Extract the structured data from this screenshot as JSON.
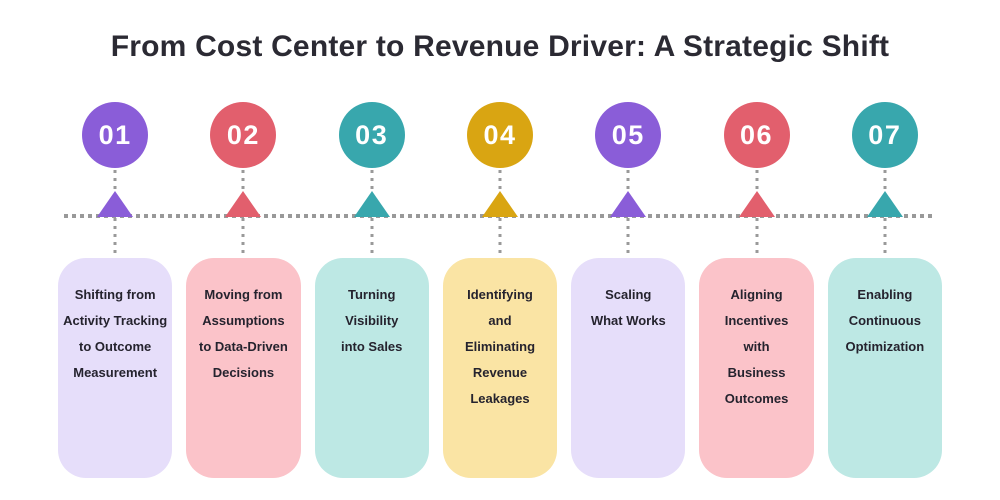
{
  "title": "From Cost Center to Revenue Driver: A Strategic Shift",
  "palette": {
    "background": "#FFFFFF",
    "title_text": "#2B2A33",
    "card_text": "#25232E",
    "number_text": "#FFFFFF",
    "dotted_line": "#999999"
  },
  "steps": [
    {
      "number": "01",
      "accent": "#8A5DD8",
      "card_bg": "#E6DEFA",
      "label": "Shifting from\nActivity Tracking\nto Outcome\nMeasurement"
    },
    {
      "number": "02",
      "accent": "#E25F6D",
      "card_bg": "#FBC3C9",
      "label": "Moving from\nAssumptions\nto Data-Driven\nDecisions"
    },
    {
      "number": "03",
      "accent": "#38A7AD",
      "card_bg": "#BDE8E4",
      "label": "Turning\nVisibility\ninto Sales"
    },
    {
      "number": "04",
      "accent": "#D9A512",
      "card_bg": "#FAE4A4",
      "label": "Identifying\nand\nEliminating\nRevenue\nLeakages"
    },
    {
      "number": "05",
      "accent": "#8A5DD8",
      "card_bg": "#E6DEFA",
      "label": "Scaling\nWhat Works"
    },
    {
      "number": "06",
      "accent": "#E25F6D",
      "card_bg": "#FBC3C9",
      "label": "Aligning\nIncentives\nwith\nBusiness\nOutcomes"
    },
    {
      "number": "07",
      "accent": "#38A7AD",
      "card_bg": "#BDE8E4",
      "label": "Enabling\nContinuous\nOptimization"
    }
  ]
}
